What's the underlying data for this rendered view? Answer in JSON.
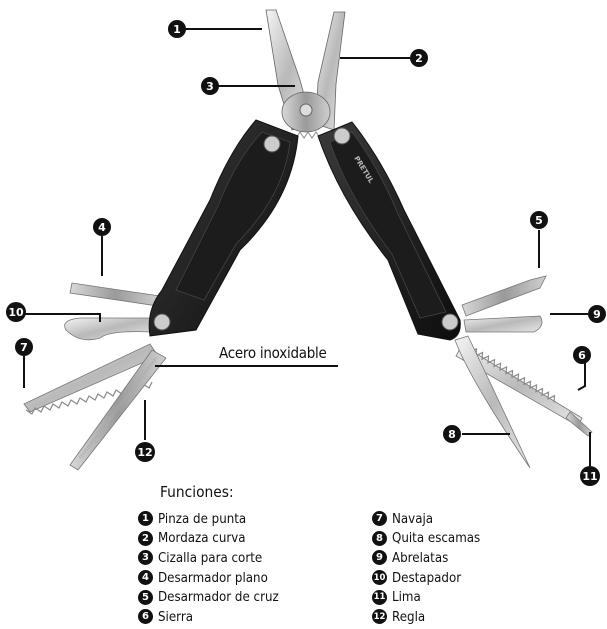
{
  "steel_label": "Acero inoxidable",
  "brand": "PRETUL",
  "functions_title": "Funciones:",
  "callouts": [
    "1",
    "2",
    "3",
    "4",
    "5",
    "6",
    "7",
    "8",
    "9",
    "10",
    "11",
    "12"
  ],
  "functions_left": [
    {
      "n": "1",
      "text": "Pinza de punta"
    },
    {
      "n": "2",
      "text": "Mordaza curva"
    },
    {
      "n": "3",
      "text": "Cizalla para corte"
    },
    {
      "n": "4",
      "text": "Desarmador plano"
    },
    {
      "n": "5",
      "text": "Desarmador de cruz"
    },
    {
      "n": "6",
      "text": "Sierra"
    }
  ],
  "functions_right": [
    {
      "n": "7",
      "text": "Navaja"
    },
    {
      "n": "8",
      "text": "Quita escamas"
    },
    {
      "n": "9",
      "text": "Abrelatas"
    },
    {
      "n": "10",
      "text": "Destapador"
    },
    {
      "n": "11",
      "text": "Lima"
    },
    {
      "n": "12",
      "text": "Regla"
    }
  ]
}
